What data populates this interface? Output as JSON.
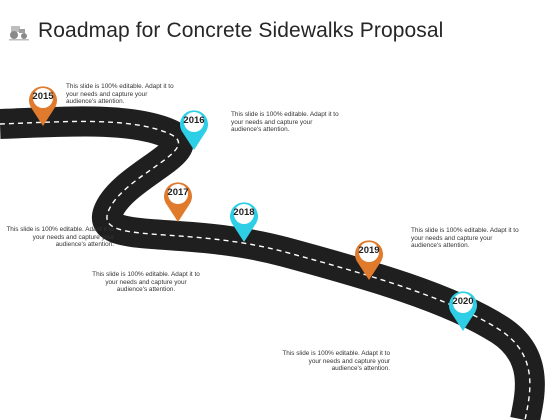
{
  "title": {
    "prefix": "Roadmap",
    "rest": "for Concrete Sidewalks Proposal"
  },
  "colors": {
    "orange": "#E07B2E",
    "cyan": "#2ECFE6",
    "road": "#1f1f1f",
    "dash": "#ffffff"
  },
  "milestones": [
    {
      "year": "2015",
      "color": "orange",
      "text": "This slide is 100% editable. Adapt it to your needs and capture your audience's attention."
    },
    {
      "year": "2016",
      "color": "cyan",
      "text": "This slide is 100% editable. Adapt it to your needs and capture your audience's attention."
    },
    {
      "year": "2017",
      "color": "orange",
      "text": "This slide is 100% editable. Adapt it to your needs and capture your audience's attention."
    },
    {
      "year": "2018",
      "color": "cyan",
      "text": "This slide is 100% editable. Adapt it to your needs and capture your audience's attention."
    },
    {
      "year": "2019",
      "color": "orange",
      "text": "This slide is 100% editable. Adapt it to your needs and capture your audience's attention."
    },
    {
      "year": "2020",
      "color": "cyan",
      "text": "This slide is 100% editable. Adapt it to your needs and capture your audience's attention."
    }
  ]
}
